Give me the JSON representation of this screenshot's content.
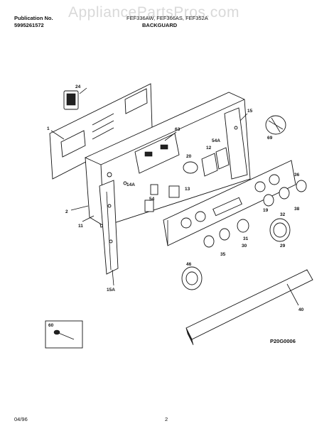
{
  "header": {
    "publication_label": "Publication No.",
    "publication_number": "5995261572",
    "models": "FEF336AW, FEF366AS, FEF352A",
    "section": "BACKGUARD",
    "watermark": "AppliancePartsPros.com"
  },
  "part_callouts": [
    "1",
    "2",
    "11",
    "12",
    "13",
    "14A",
    "15",
    "15A",
    "19",
    "20",
    "24",
    "29",
    "30",
    "31",
    "32",
    "35",
    "36",
    "38",
    "40",
    "46",
    "54",
    "54A",
    "60",
    "63",
    "69"
  ],
  "diagram_code": "P20G0006",
  "footer": {
    "date": "04/96",
    "page": "2"
  }
}
